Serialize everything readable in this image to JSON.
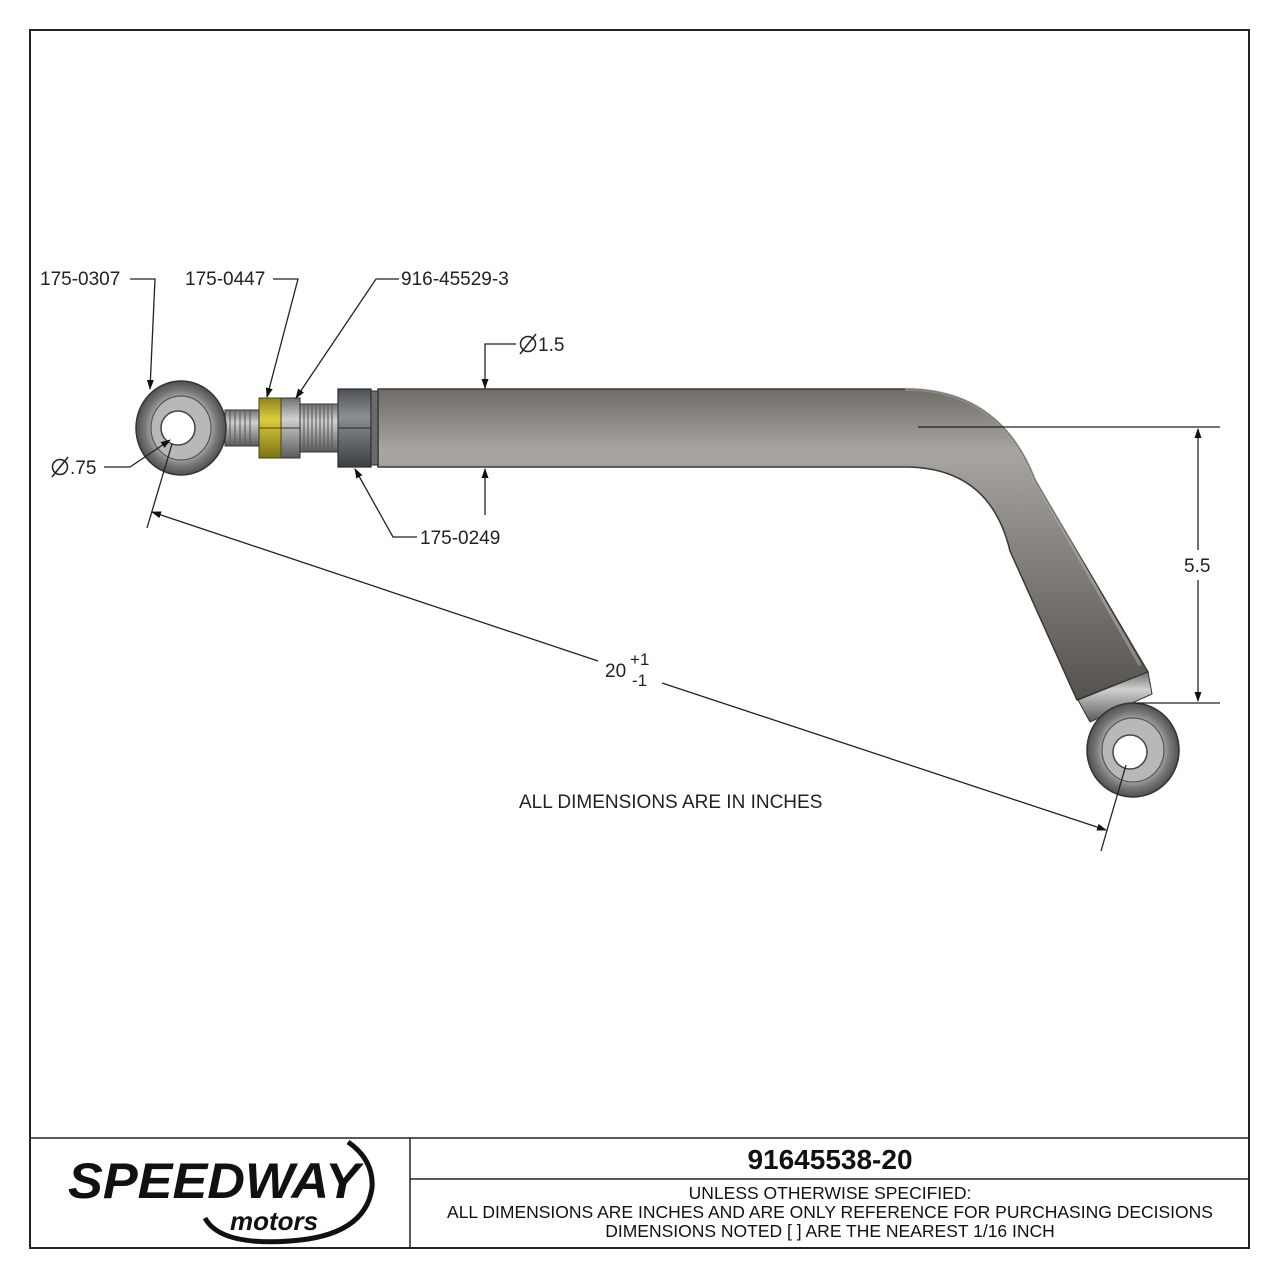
{
  "callouts": {
    "rod_end": "175-0307",
    "jam_nut": "175-0447",
    "adjuster": "916-45529-3",
    "tube_nut": "175-0249",
    "tube_diameter": "1.5",
    "bore_diameter": ".75"
  },
  "dimensions": {
    "length_nominal": "20",
    "tol_plus": "+1",
    "tol_minus": "-1",
    "drop": "5.5",
    "units_note": "ALL DIMENSIONS ARE IN INCHES"
  },
  "title_block": {
    "part_number": "91645538-20",
    "note_line1": "UNLESS OTHERWISE SPECIFIED:",
    "note_line2": "ALL DIMENSIONS ARE INCHES AND ARE ONLY REFERENCE FOR PURCHASING DECISIONS",
    "note_line3": "DIMENSIONS NOTED [ ] ARE THE NEAREST 1/16 INCH",
    "logo_top": "SPEEDWAY",
    "logo_bottom": "motors"
  },
  "colors": {
    "tube": "#8a8680",
    "nut_yellow": "#c8b62a",
    "steel": "#a8a8a8"
  }
}
